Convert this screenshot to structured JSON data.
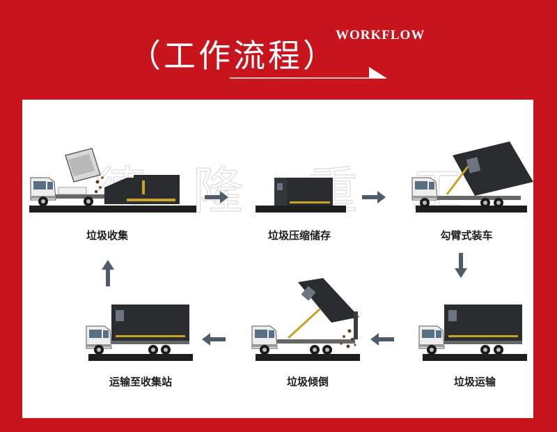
{
  "header": {
    "title": "（工作流程）",
    "subtitle": "WORKFLOW"
  },
  "watermark": [
    "德",
    "隆",
    "重",
    "工"
  ],
  "colors": {
    "background": "#c8141c",
    "panel": "#ffffff",
    "arrow": "#4f5d6b",
    "truck_body": "#2a2d30",
    "cab": "#eeeeee"
  },
  "steps": [
    {
      "id": 1,
      "label": "垃圾收集"
    },
    {
      "id": 2,
      "label": "垃圾压缩储存"
    },
    {
      "id": 3,
      "label": "勾臂式装车"
    },
    {
      "id": 4,
      "label": "垃圾运输"
    },
    {
      "id": 5,
      "label": "垃圾倾倒"
    },
    {
      "id": 6,
      "label": "运输至收集站"
    }
  ]
}
